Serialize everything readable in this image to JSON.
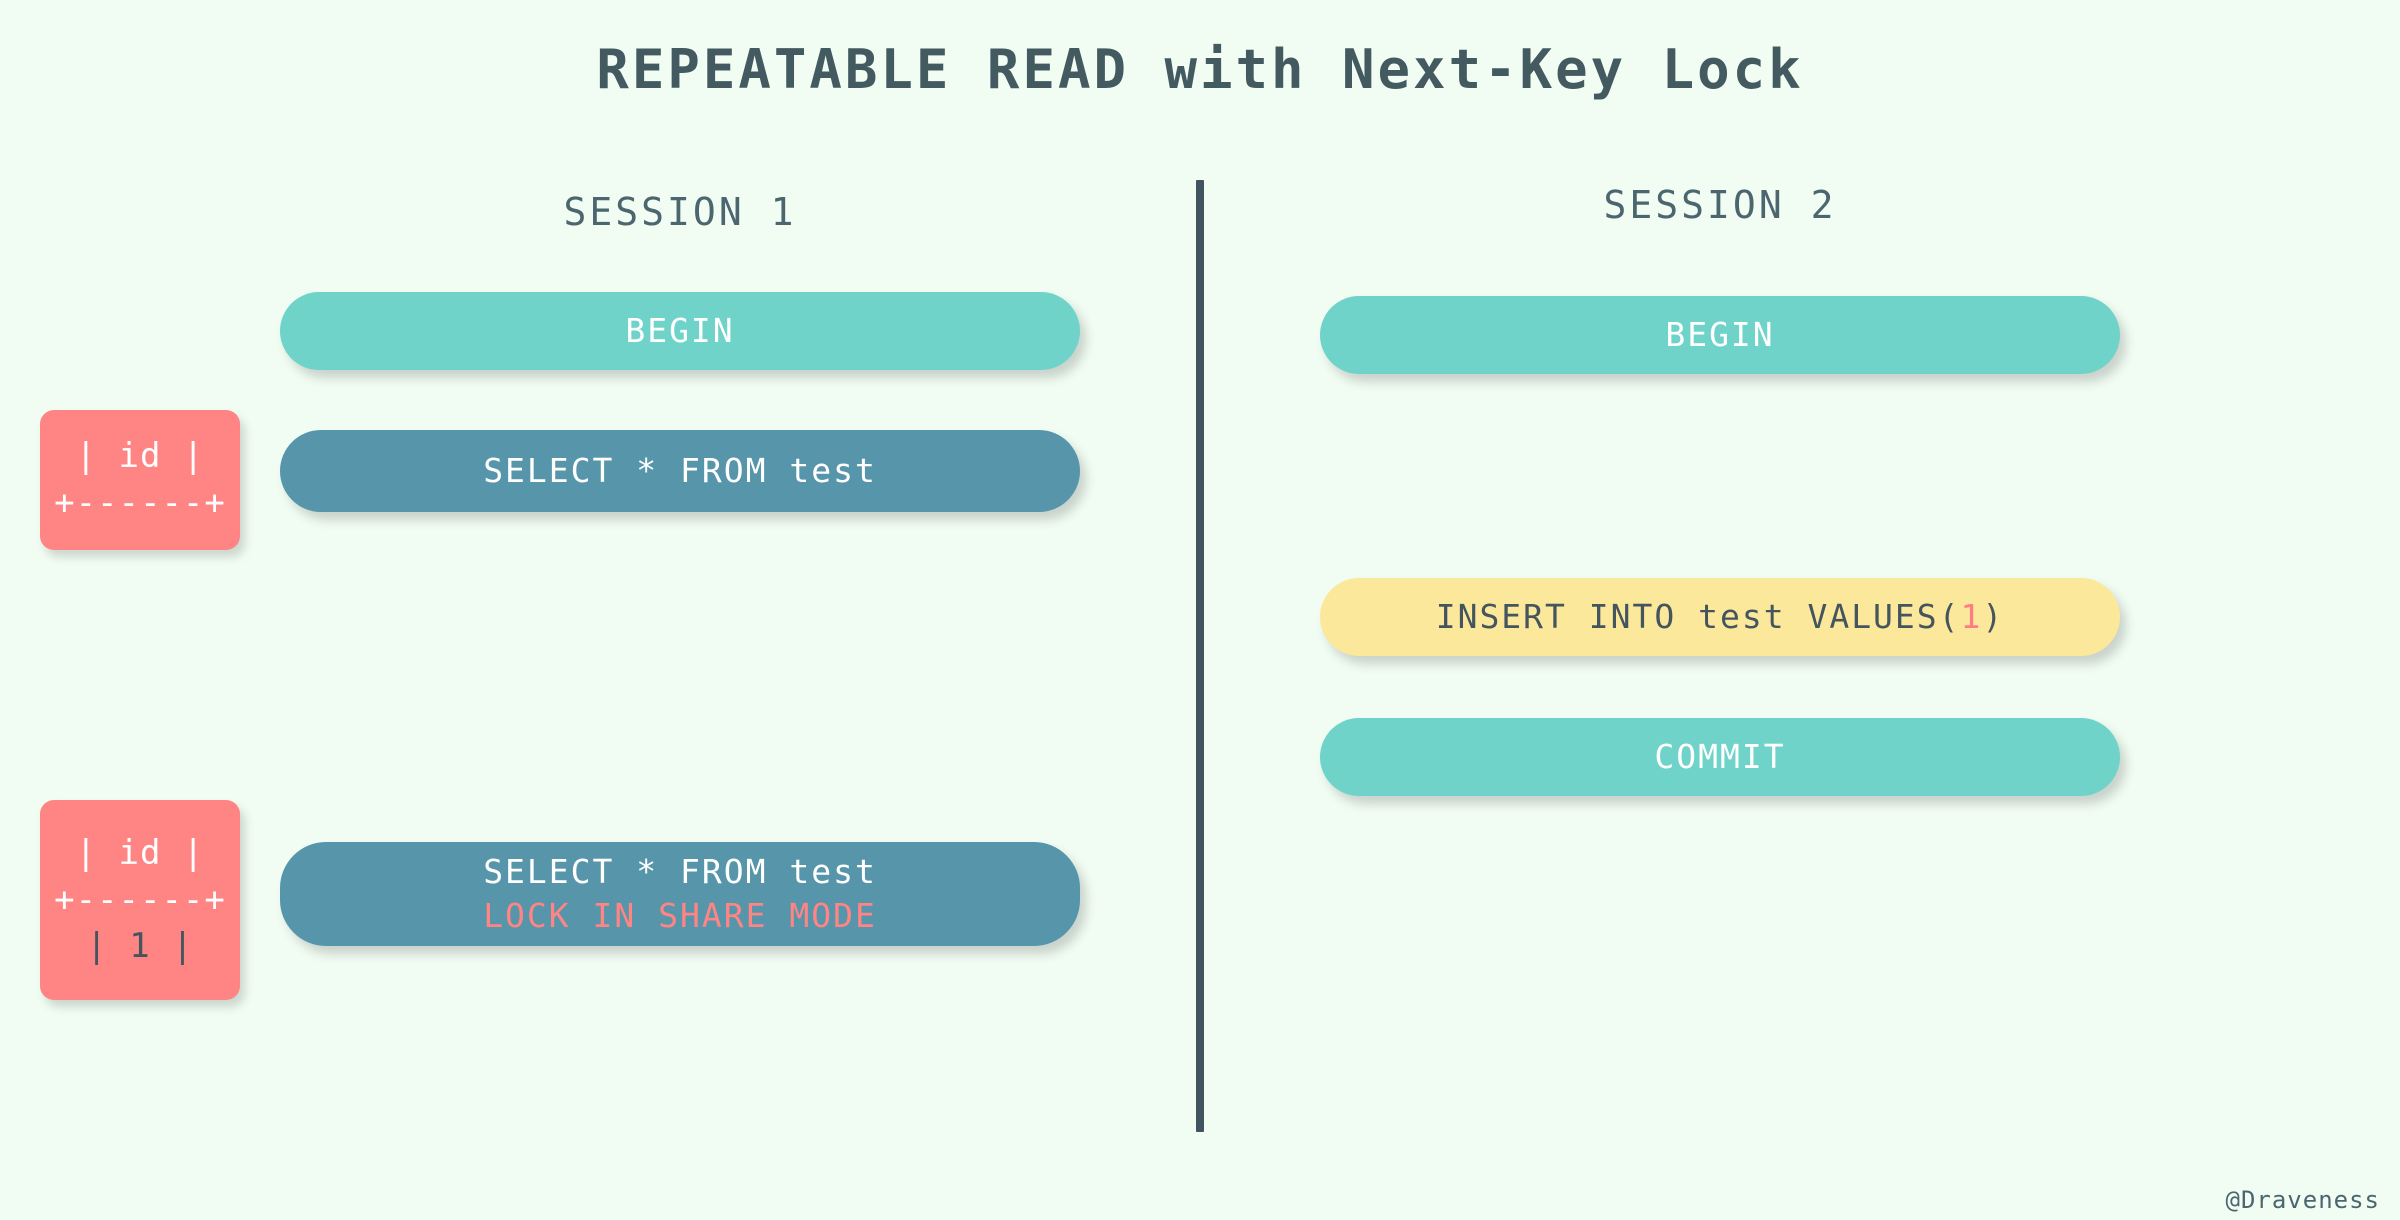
{
  "page": {
    "title": "REPEATABLE READ with Next-Key Lock",
    "background_color": "#F1FCF2",
    "watermark": "@Draveness"
  },
  "colors": {
    "title_text": "#435A61",
    "divider": "#41555E",
    "teal_pill": "#6FD3C9",
    "steel_pill": "#5795AB",
    "yellow_pill": "#FCE89B",
    "result_box": "#FF8484",
    "highlight_red": "#FF7C86",
    "dark_text": "#44555E",
    "white_text": "#FFFFFF"
  },
  "sessions": [
    {
      "heading": "SESSION 1",
      "statements": [
        {
          "id": "s1-begin",
          "line1": "BEGIN",
          "line2": "",
          "style": "teal"
        },
        {
          "id": "s1-select1",
          "line1": "SELECT * FROM test",
          "line2": "",
          "style": "steel"
        },
        {
          "id": "s1-select2",
          "line1": "SELECT * FROM test",
          "line2": "LOCK IN SHARE MODE",
          "style": "steel"
        }
      ],
      "results": [
        {
          "id": "result1",
          "rows": [
            {
              "text": "|  id  |",
              "color": "white"
            },
            {
              "text": "+------+",
              "color": "white"
            }
          ]
        },
        {
          "id": "result2",
          "rows": [
            {
              "text": "|  id  |",
              "color": "white"
            },
            {
              "text": "+------+",
              "color": "white"
            },
            {
              "text": "|  1   |",
              "color": "dark"
            }
          ]
        }
      ]
    },
    {
      "heading": "SESSION 2",
      "statements": [
        {
          "id": "s2-begin",
          "line1": "BEGIN",
          "line2": "",
          "style": "teal"
        },
        {
          "id": "s2-insert",
          "prefix": "INSERT INTO test VALUES(",
          "highlight": "1",
          "suffix": ")",
          "style": "yellow"
        },
        {
          "id": "s2-commit",
          "line1": "COMMIT",
          "line2": "",
          "style": "teal"
        }
      ],
      "results": []
    }
  ]
}
